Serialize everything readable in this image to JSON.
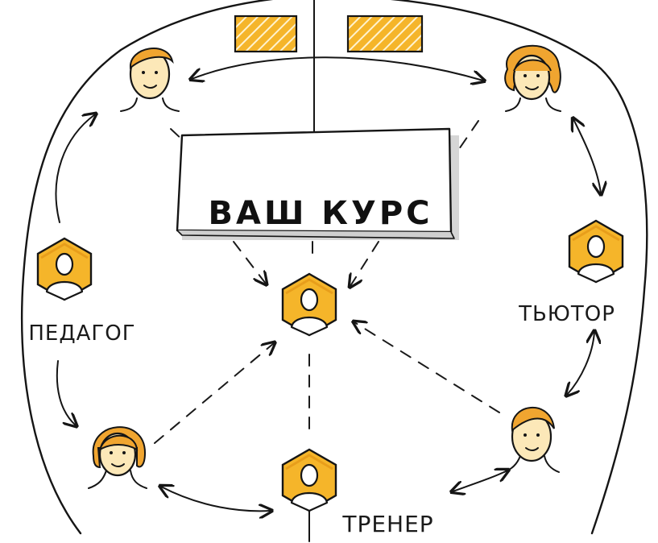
{
  "diagram": {
    "course_label": "ВАШ КУРС",
    "roles": {
      "pedagog": "ПЕДАГОГ",
      "tutor": "ТЬЮТОР",
      "trainer": "ТРЕНЕР"
    },
    "colors": {
      "accent": "#F5B52A",
      "accent_dark": "#E49A1A",
      "skin": "#FCE8B8",
      "hair": "#F0A530",
      "ink": "#151515"
    },
    "icons": [
      "hexagon-person-icon",
      "face-icon",
      "double-arrow-icon",
      "dashed-arrow-icon",
      "hatched-block-icon"
    ]
  }
}
